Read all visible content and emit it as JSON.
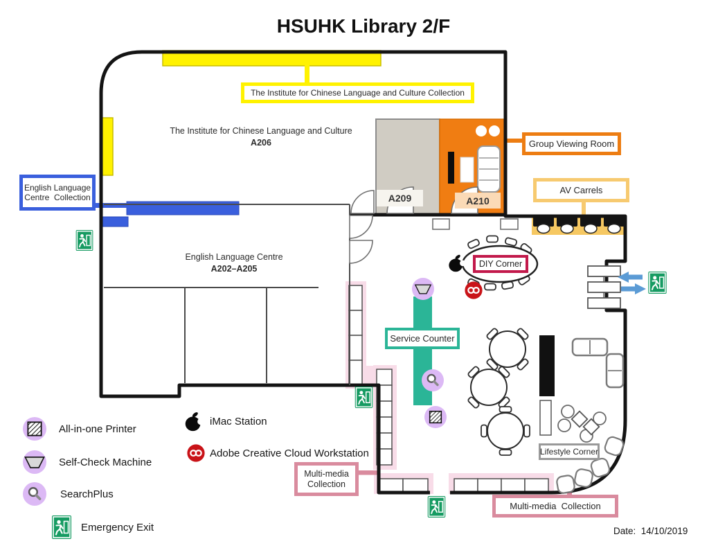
{
  "title": "HSUHK Library 2/F",
  "date": "Date:  14/10/2019",
  "rooms": {
    "iclc_name": "The Institute for Chinese Language and Culture",
    "iclc_number": "A206",
    "elc_name": "English Language Centre",
    "elc_number": "A202–A205",
    "a209": "A209",
    "a210": "A210"
  },
  "labels": {
    "iclc_collection": "The Institute for Chinese Language and Culture Collection",
    "elc_collection_line1": "English Language",
    "elc_collection_line2": "Centre  Collection",
    "group_viewing_room": "Group Viewing Room",
    "av_carrels": "AV Carrels",
    "diy_corner": "DIY Corner",
    "service_counter": "Service Counter",
    "multimedia_line1": "Multi-media",
    "multimedia_line2": "Collection",
    "multimedia_bottom": "Multi-media  Collection",
    "lifestyle_corner": "Lifestyle Corner"
  },
  "legend": {
    "printer": "All-in-one Printer",
    "selfcheck": "Self-Check Machine",
    "searchplus": "SearchPlus",
    "emergency_exit": "Emergency Exit",
    "imac": "iMac Station",
    "adobe": "Adobe Creative Cloud Workstation"
  },
  "icons": {
    "printer": "hatched-square-on-purple-circle",
    "selfcheck": "trapezoid-on-purple-circle",
    "searchplus": "magnifier-on-purple-circle",
    "emergency_exit": "green-running-man-exit-sign",
    "imac": "apple-logo",
    "adobe": "adobe-creative-cloud-red-circle",
    "entrance": "blue-left-right-arrows"
  },
  "colors": {
    "wall": "#141414",
    "yellow_shelf": "#FFF200",
    "blue_shelf": "#3A5FDD",
    "orange_room": "#F07D12",
    "taupe_room": "#D0CCC3",
    "av_yellow": "#F6C862",
    "av_label_border": "#F7CA70",
    "teal_counter": "#2BB597",
    "crimson_label": "#C2194B",
    "pink_label": "#D98B9E",
    "pink_glow": "#F8DCE8",
    "purple_icon": "#DCB9F5",
    "exit_green": "#169B62",
    "arrow_blue": "#5B9BD5",
    "adobe_red": "#C91318"
  }
}
